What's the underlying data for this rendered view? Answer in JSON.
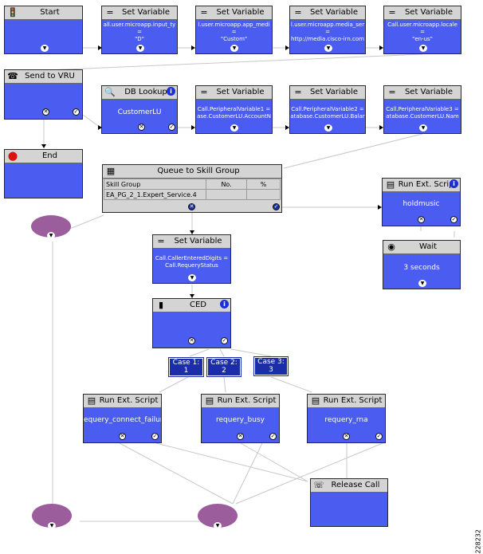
{
  "nodes": {
    "start": {
      "title": "Start",
      "icon": "traffic-light-icon"
    },
    "set_var_1": {
      "title": "Set Variable",
      "line1": "all.user.microapp.input_ty",
      "line2": "=",
      "line3": "\"D\""
    },
    "set_var_2": {
      "title": "Set Variable",
      "line1": "l.user.microapp.app_medi",
      "line2": "=",
      "line3": "\"Custom\""
    },
    "set_var_3": {
      "title": "Set Variable",
      "line1": "l.user.microapp.media_ser",
      "line2": "=",
      "line3": "http://media.cisco-irn.com"
    },
    "set_var_4": {
      "title": "Set Variable",
      "line1": "Call.user.microapp.locale",
      "line2": "=",
      "line3": "\"en-us\""
    },
    "send_to_vru": {
      "title": "Send to VRU",
      "icon": "vru-icon"
    },
    "db_lookup": {
      "title": "DB Lookup",
      "body": "CustomerLU",
      "icon": "db-lookup-icon"
    },
    "set_var_5": {
      "title": "Set Variable",
      "line1": "Call.PeripheralVariable1 =",
      "line2": "ase.CustomerLU.AccountN"
    },
    "set_var_6": {
      "title": "Set Variable",
      "line1": "Call.PeripheralVariable2 =",
      "line2": "atabase.CustomerLU.Balar"
    },
    "set_var_7": {
      "title": "Set Variable",
      "line1": "Call.PeripheralVariable3 =",
      "line2": "atabase.CustomerLU.Nam"
    },
    "end": {
      "title": "End",
      "icon": "stop-icon"
    },
    "queue": {
      "title": "Queue to Skill Group",
      "columns": [
        "Skill Group",
        "No.",
        "%"
      ],
      "rows": [
        [
          "EA_PG_2_1.Expert_Service.4",
          "",
          ""
        ]
      ]
    },
    "run_holdmusic": {
      "title": "Run Ext. Script",
      "body": "holdmusic"
    },
    "set_var_8": {
      "title": "Set Variable",
      "line1": "Call.CallerEnteredDigits =",
      "line2": "Call.RequeryStatus"
    },
    "wait": {
      "title": "Wait",
      "body": "3 seconds"
    },
    "ced": {
      "title": "CED"
    },
    "run_connect_fail": {
      "title": "Run Ext. Script",
      "body": "equery_connect_failur"
    },
    "run_busy": {
      "title": "Run Ext. Script",
      "body": "requery_busy"
    },
    "run_rna": {
      "title": "Run Ext. Script",
      "body": "requery_rna"
    },
    "release_call": {
      "title": "Release Call"
    }
  },
  "cases": [
    {
      "label": "Case 1:",
      "num": "1"
    },
    {
      "label": "Case 2:",
      "num": "2"
    },
    {
      "label": "Case 3:",
      "num": "3"
    }
  ],
  "figure_id": "228232",
  "colors": {
    "node_blue": "#4b5df0",
    "case_navy": "#1b2ea8",
    "oval_purple": "#9b5d9b",
    "header_gray": "#d4d4d4"
  }
}
